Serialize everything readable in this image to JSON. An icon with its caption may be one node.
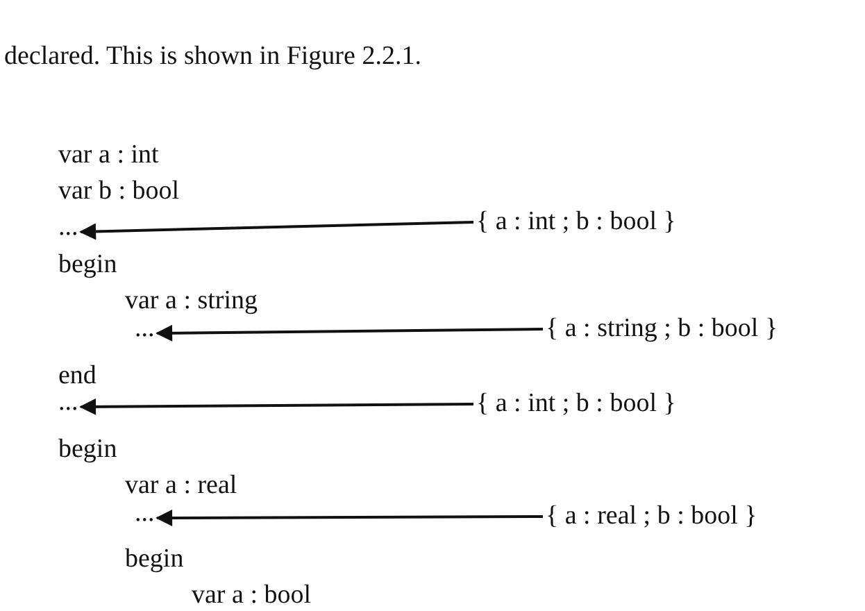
{
  "diagram": {
    "nodes": [
      {
        "text": [
          "..."
        ]
      },
      {
        "text": [
          "{ a : int ; b : bool }"
        ]
      },
      {
        "text": [
          "..."
        ]
      },
      {
        "text": [
          "{ a : string ; b : bool }"
        ]
      },
      {
        "text": [
          "..."
        ]
      },
      {
        "text": [
          "{ a : int ; b : bool }"
        ]
      },
      {
        "text": [
          "..."
        ]
      },
      {
        "text": [
          "{ a : real ; b : bool }"
        ]
      }
    ],
    "edges": [
      {
        "from": 1,
        "to": 0,
        "arrow": "to"
      },
      {
        "from": 3,
        "to": 2,
        "arrow": "to"
      },
      {
        "from": 5,
        "to": 4,
        "arrow": "to"
      },
      {
        "from": 7,
        "to": 6,
        "arrow": "to"
      }
    ],
    "labels": [
      "declared.  This is shown in Figure 2.2.1.",
      "var a : int",
      "var b : bool",
      "begin",
      "var a : string",
      "end",
      "begin",
      "var a : real",
      "begin",
      "var a : bool"
    ]
  }
}
